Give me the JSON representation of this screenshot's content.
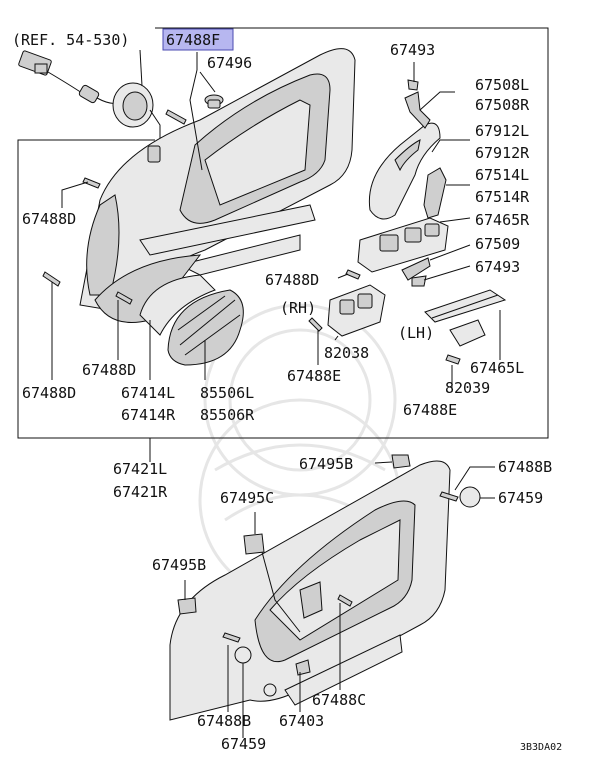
{
  "diagram": {
    "ref_label": "(REF. 54-530)",
    "labels": {
      "p67488F": "67488F",
      "p67496": "67496",
      "p67493a": "67493",
      "p67508L": "67508L",
      "p67508R": "67508R",
      "p67912L": "67912L",
      "p67912R": "67912R",
      "p67514L": "67514L",
      "p67514R": "67514R",
      "p67465R": "67465R",
      "p67509": "67509",
      "p67493b": "67493",
      "p67488D_a": "67488D",
      "p67488D_b": "67488D",
      "p67488D_c": "67488D",
      "p67488D_d": "67488D",
      "rh": "(RH)",
      "lh": "(LH)",
      "p82038": "82038",
      "p67488E_a": "67488E",
      "p67465L": "67465L",
      "p82039": "82039",
      "p67488E_b": "67488E",
      "p67414L": "67414L",
      "p67414R": "67414R",
      "p85506L": "85506L",
      "p85506R": "85506R",
      "p67421L": "67421L",
      "p67421R": "67421R",
      "p67495B_a": "67495B",
      "p67488B_a": "67488B",
      "p67459_a": "67459",
      "p67495C": "67495C",
      "p67495B_b": "67495B",
      "p67488C": "67488C",
      "p67488B_b": "67488B",
      "p67403": "67403",
      "p67459_b": "67459"
    },
    "diagram_code": "3B3DA02"
  }
}
